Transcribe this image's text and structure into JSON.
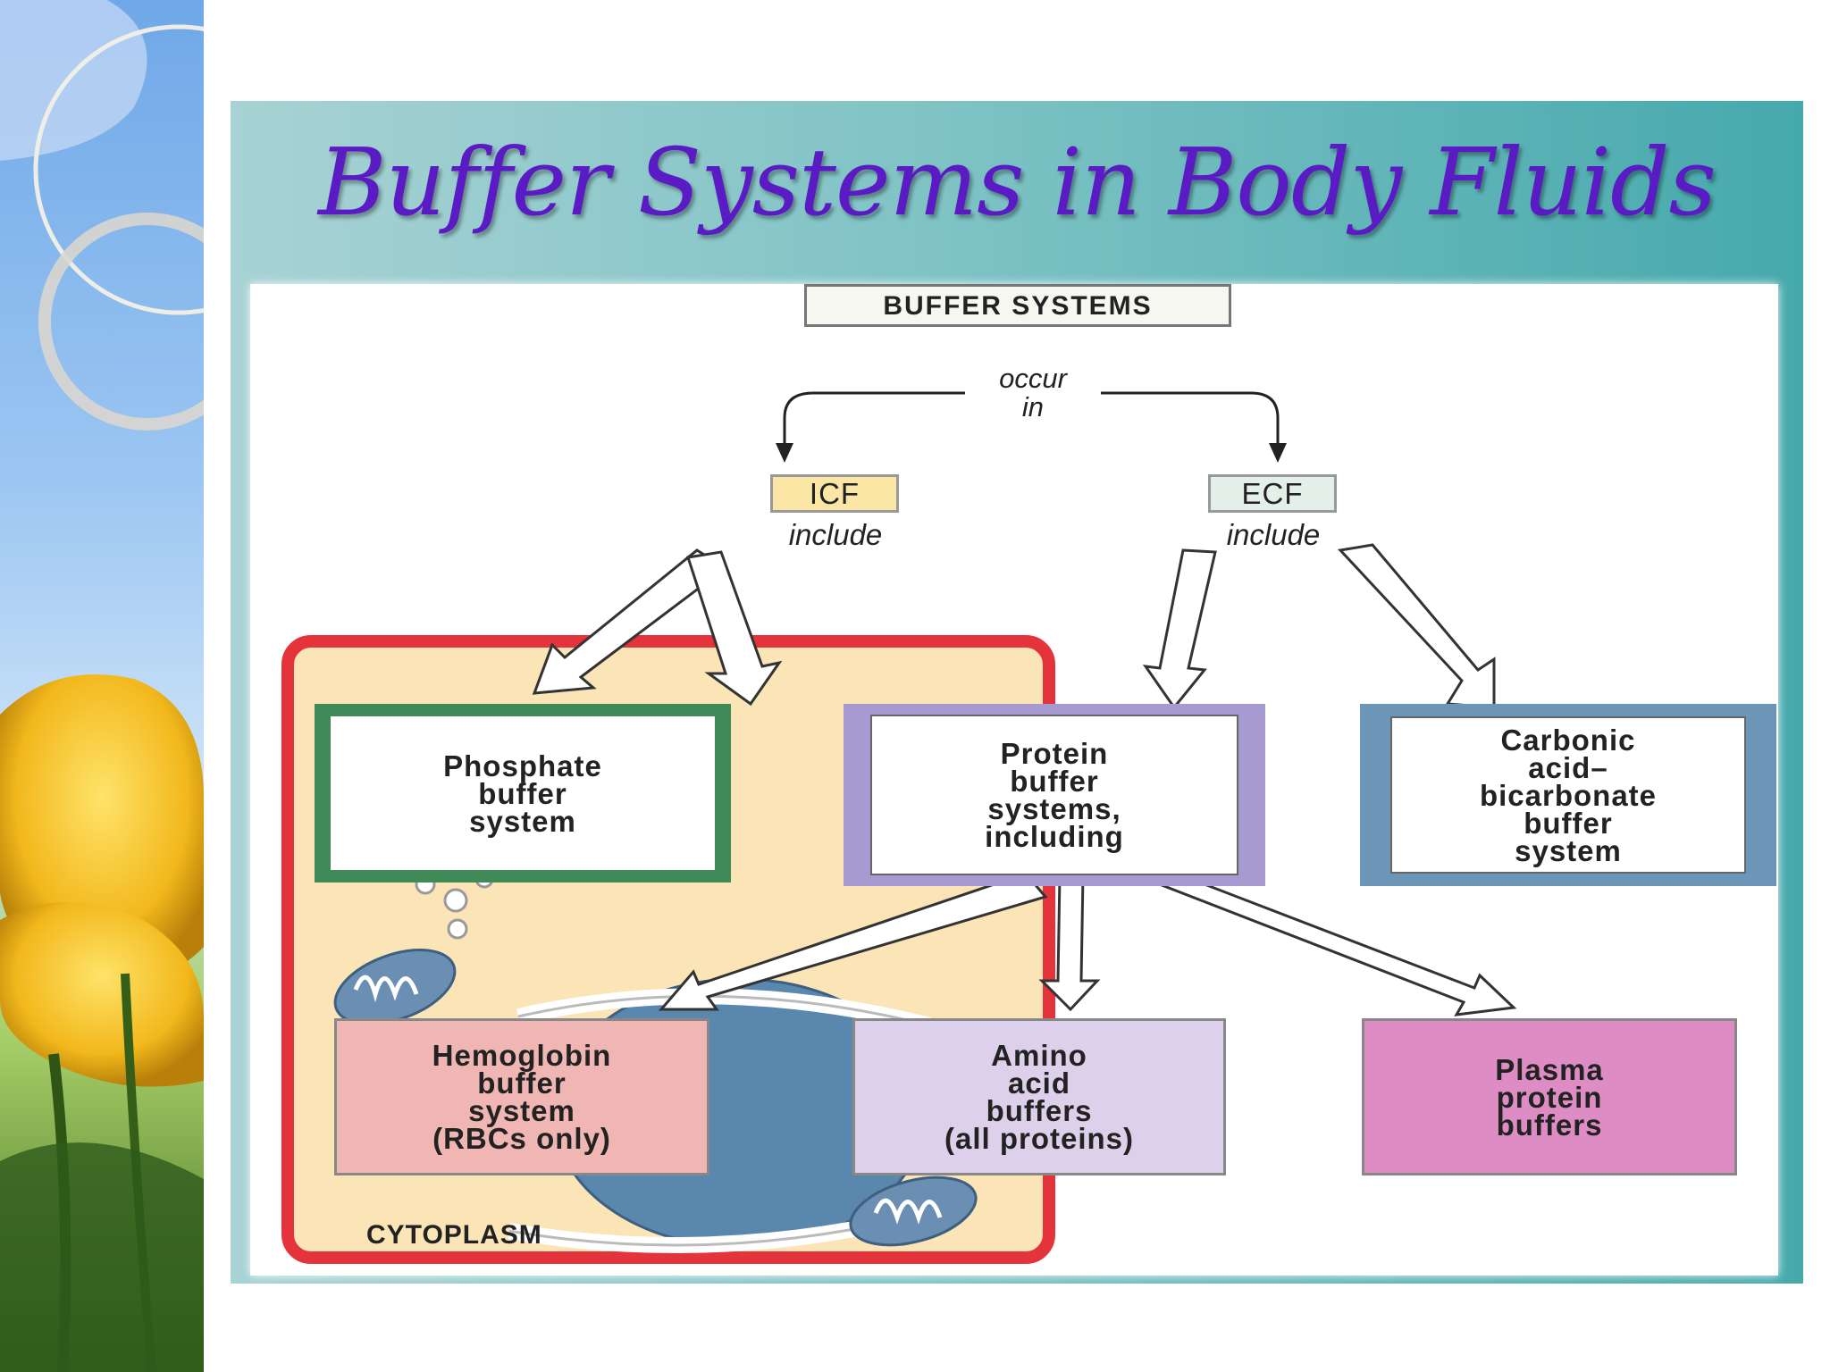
{
  "slide": {
    "title": "Buffer Systems in Body Fluids"
  },
  "diagram": {
    "header": "BUFFER SYSTEMS",
    "occur_in": "occur\nin",
    "icf": {
      "label": "ICF",
      "include": "include"
    },
    "ecf": {
      "label": "ECF",
      "include": "include"
    },
    "phosphate": "Phosphate\nbuffer\nsystem",
    "protein": "Protein\nbuffer\nsystems,\nincluding",
    "carbonic": "Carbonic\nacid–\nbicarbonate\nbuffer\nsystem",
    "hemoglobin": "Hemoglobin\nbuffer\nsystem\n(RBCs only)",
    "amino": "Amino\nacid\nbuffers\n(all proteins)",
    "plasma": "Plasma\nprotein\nbuffers",
    "cytoplasm": "CYTOPLASM"
  },
  "colors": {
    "title": "#5a1bc4",
    "cell_border": "#e4333a",
    "cytoplasm_fill": "#fbe4b6",
    "phosphate_border": "#3f8a56",
    "protein_border": "#a79ad0",
    "carbonic_border": "#6d95b8",
    "hemoglobin_fill": "#f0b6b3",
    "amino_fill": "#ddd0eb",
    "plasma_fill": "#de8cc4",
    "icf_fill": "#fbe6a6",
    "ecf_fill": "#e3efe8"
  }
}
